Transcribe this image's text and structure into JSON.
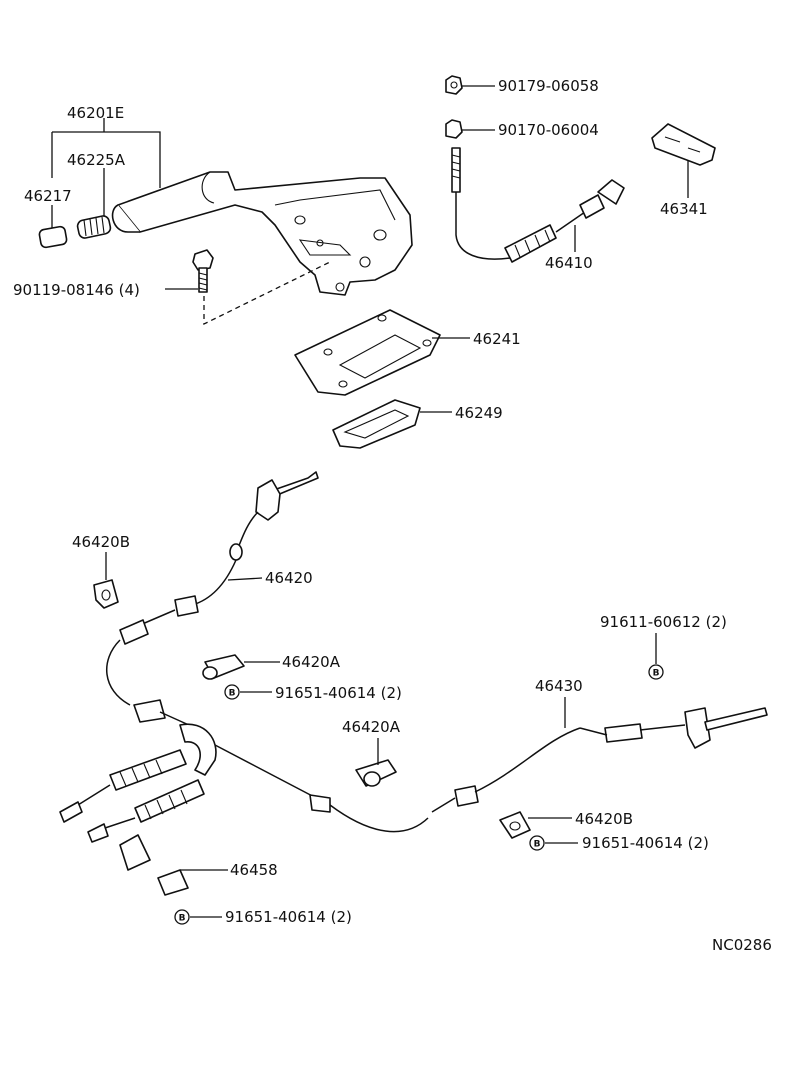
{
  "figure_code": "NC0286",
  "bolt_marker": "B",
  "labels": {
    "p46201E": "46201E",
    "p46225A": "46225A",
    "p46217": "46217",
    "p90119": "90119-08146 (4)",
    "p90179": "90179-06058",
    "p90170": "90170-06004",
    "p46341": "46341",
    "p46410": "46410",
    "p46241": "46241",
    "p46249": "46249",
    "p46420B_top": "46420B",
    "p46420": "46420",
    "p46420A_1": "46420A",
    "p91651_1": "91651-40614 (2)",
    "p46420A_2": "46420A",
    "p91611": "91611-60612 (2)",
    "p46430": "46430",
    "p46420B_bot": "46420B",
    "p91651_2": "91651-40614 (2)",
    "p46458": "46458",
    "p91651_3": "91651-40614 (2)"
  }
}
